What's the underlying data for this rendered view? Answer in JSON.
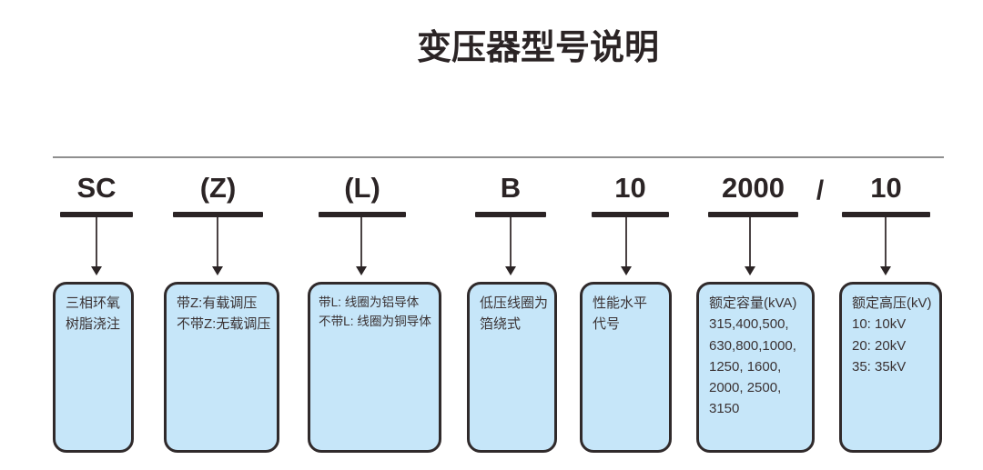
{
  "title": "变压器型号说明",
  "separator": "/",
  "columns": [
    {
      "code": "SC",
      "description": "三相环氧\n树脂浇注"
    },
    {
      "code": "(Z)",
      "description": "带Z:有载调压\n不带Z:无载调压"
    },
    {
      "code": "(L)",
      "description": "带L: 线圈为铝导体\n不带L: 线圈为铜导体"
    },
    {
      "code": "B",
      "description": "低压线圈为\n箔绕式"
    },
    {
      "code": "10",
      "description": "性能水平\n代号"
    },
    {
      "code": "2000",
      "description": "额定容量(kVA)\n315,400,500,\n630,800,1000,\n1250, 1600,\n2000, 2500,\n3150"
    },
    {
      "code": "10",
      "description": "额定高压(kV)\n10: 10kV\n20: 20kV\n35: 35kV"
    }
  ],
  "colors": {
    "ink": "#2b2425",
    "divider": "#8f8f8f",
    "box_fill": "#c6e6f9",
    "box_border": "#302a2b"
  }
}
